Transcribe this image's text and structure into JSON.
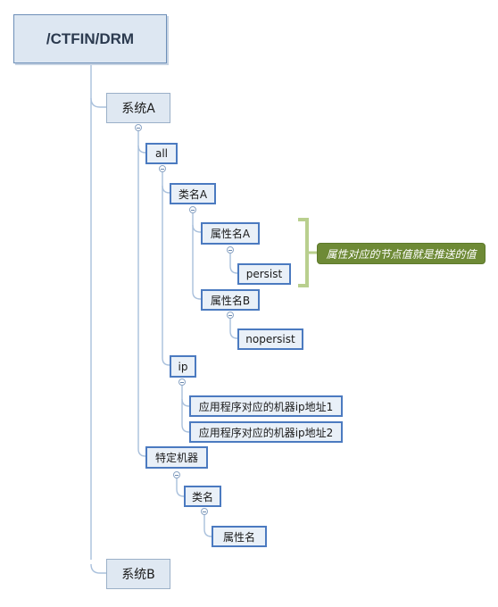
{
  "root": {
    "label": "/CTFIN/DRM"
  },
  "system_a": {
    "label": "系统A",
    "all": {
      "label": "all",
      "category": {
        "label": "类名A",
        "attr_a": {
          "label": "属性名A",
          "value": "persist"
        },
        "attr_b": {
          "label": "属性名B",
          "value": "nopersist"
        }
      },
      "ip": {
        "label": "ip",
        "addresses": [
          "应用程序对应的机器ip地址1",
          "应用程序对应的机器ip地址2"
        ]
      }
    },
    "specific": {
      "label": "特定机器",
      "category": {
        "label": "类名",
        "attr": {
          "label": "属性名"
        }
      }
    }
  },
  "system_b": {
    "label": "系统B"
  },
  "callout": {
    "text": "属性对应的节点值就是推送的值"
  },
  "colors": {
    "connector": "#a9c0dc",
    "leaf_border": "#4b7ac0",
    "callout_fill": "#6e8a36",
    "bracket": "#b9cf8e"
  }
}
